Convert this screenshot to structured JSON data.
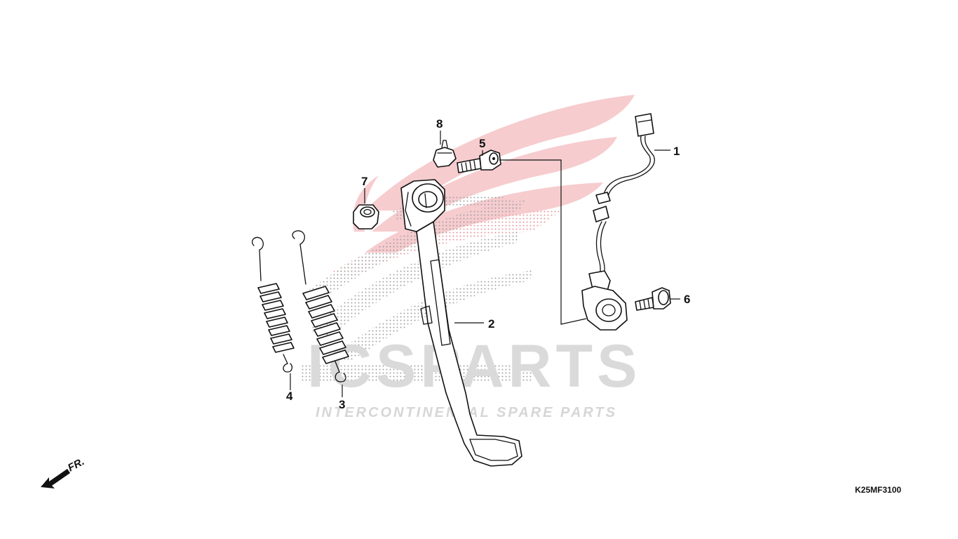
{
  "watermark": {
    "logo_text": "ICSPARTS",
    "tagline": "INTERCONTINENTAL SPARE PARTS",
    "brand_red": "#e8303a",
    "brand_grey": "#c8c8c8"
  },
  "callouts": [
    "1",
    "2",
    "3",
    "4",
    "5",
    "6",
    "7",
    "8"
  ],
  "direction_label": "FR.",
  "diagram_code": "K25MF3100",
  "parts": [
    {
      "number": "1",
      "icon": "side-stand-switch-icon"
    },
    {
      "number": "2",
      "icon": "side-stand-icon"
    },
    {
      "number": "3",
      "icon": "spring-icon"
    },
    {
      "number": "4",
      "icon": "spring-icon"
    },
    {
      "number": "5",
      "icon": "pivot-bolt-icon"
    },
    {
      "number": "6",
      "icon": "flange-bolt-icon"
    },
    {
      "number": "7",
      "icon": "nut-icon"
    },
    {
      "number": "8",
      "icon": "rubber-stopper-icon"
    }
  ],
  "colors": {
    "line": "#111111",
    "background": "#ffffff"
  }
}
